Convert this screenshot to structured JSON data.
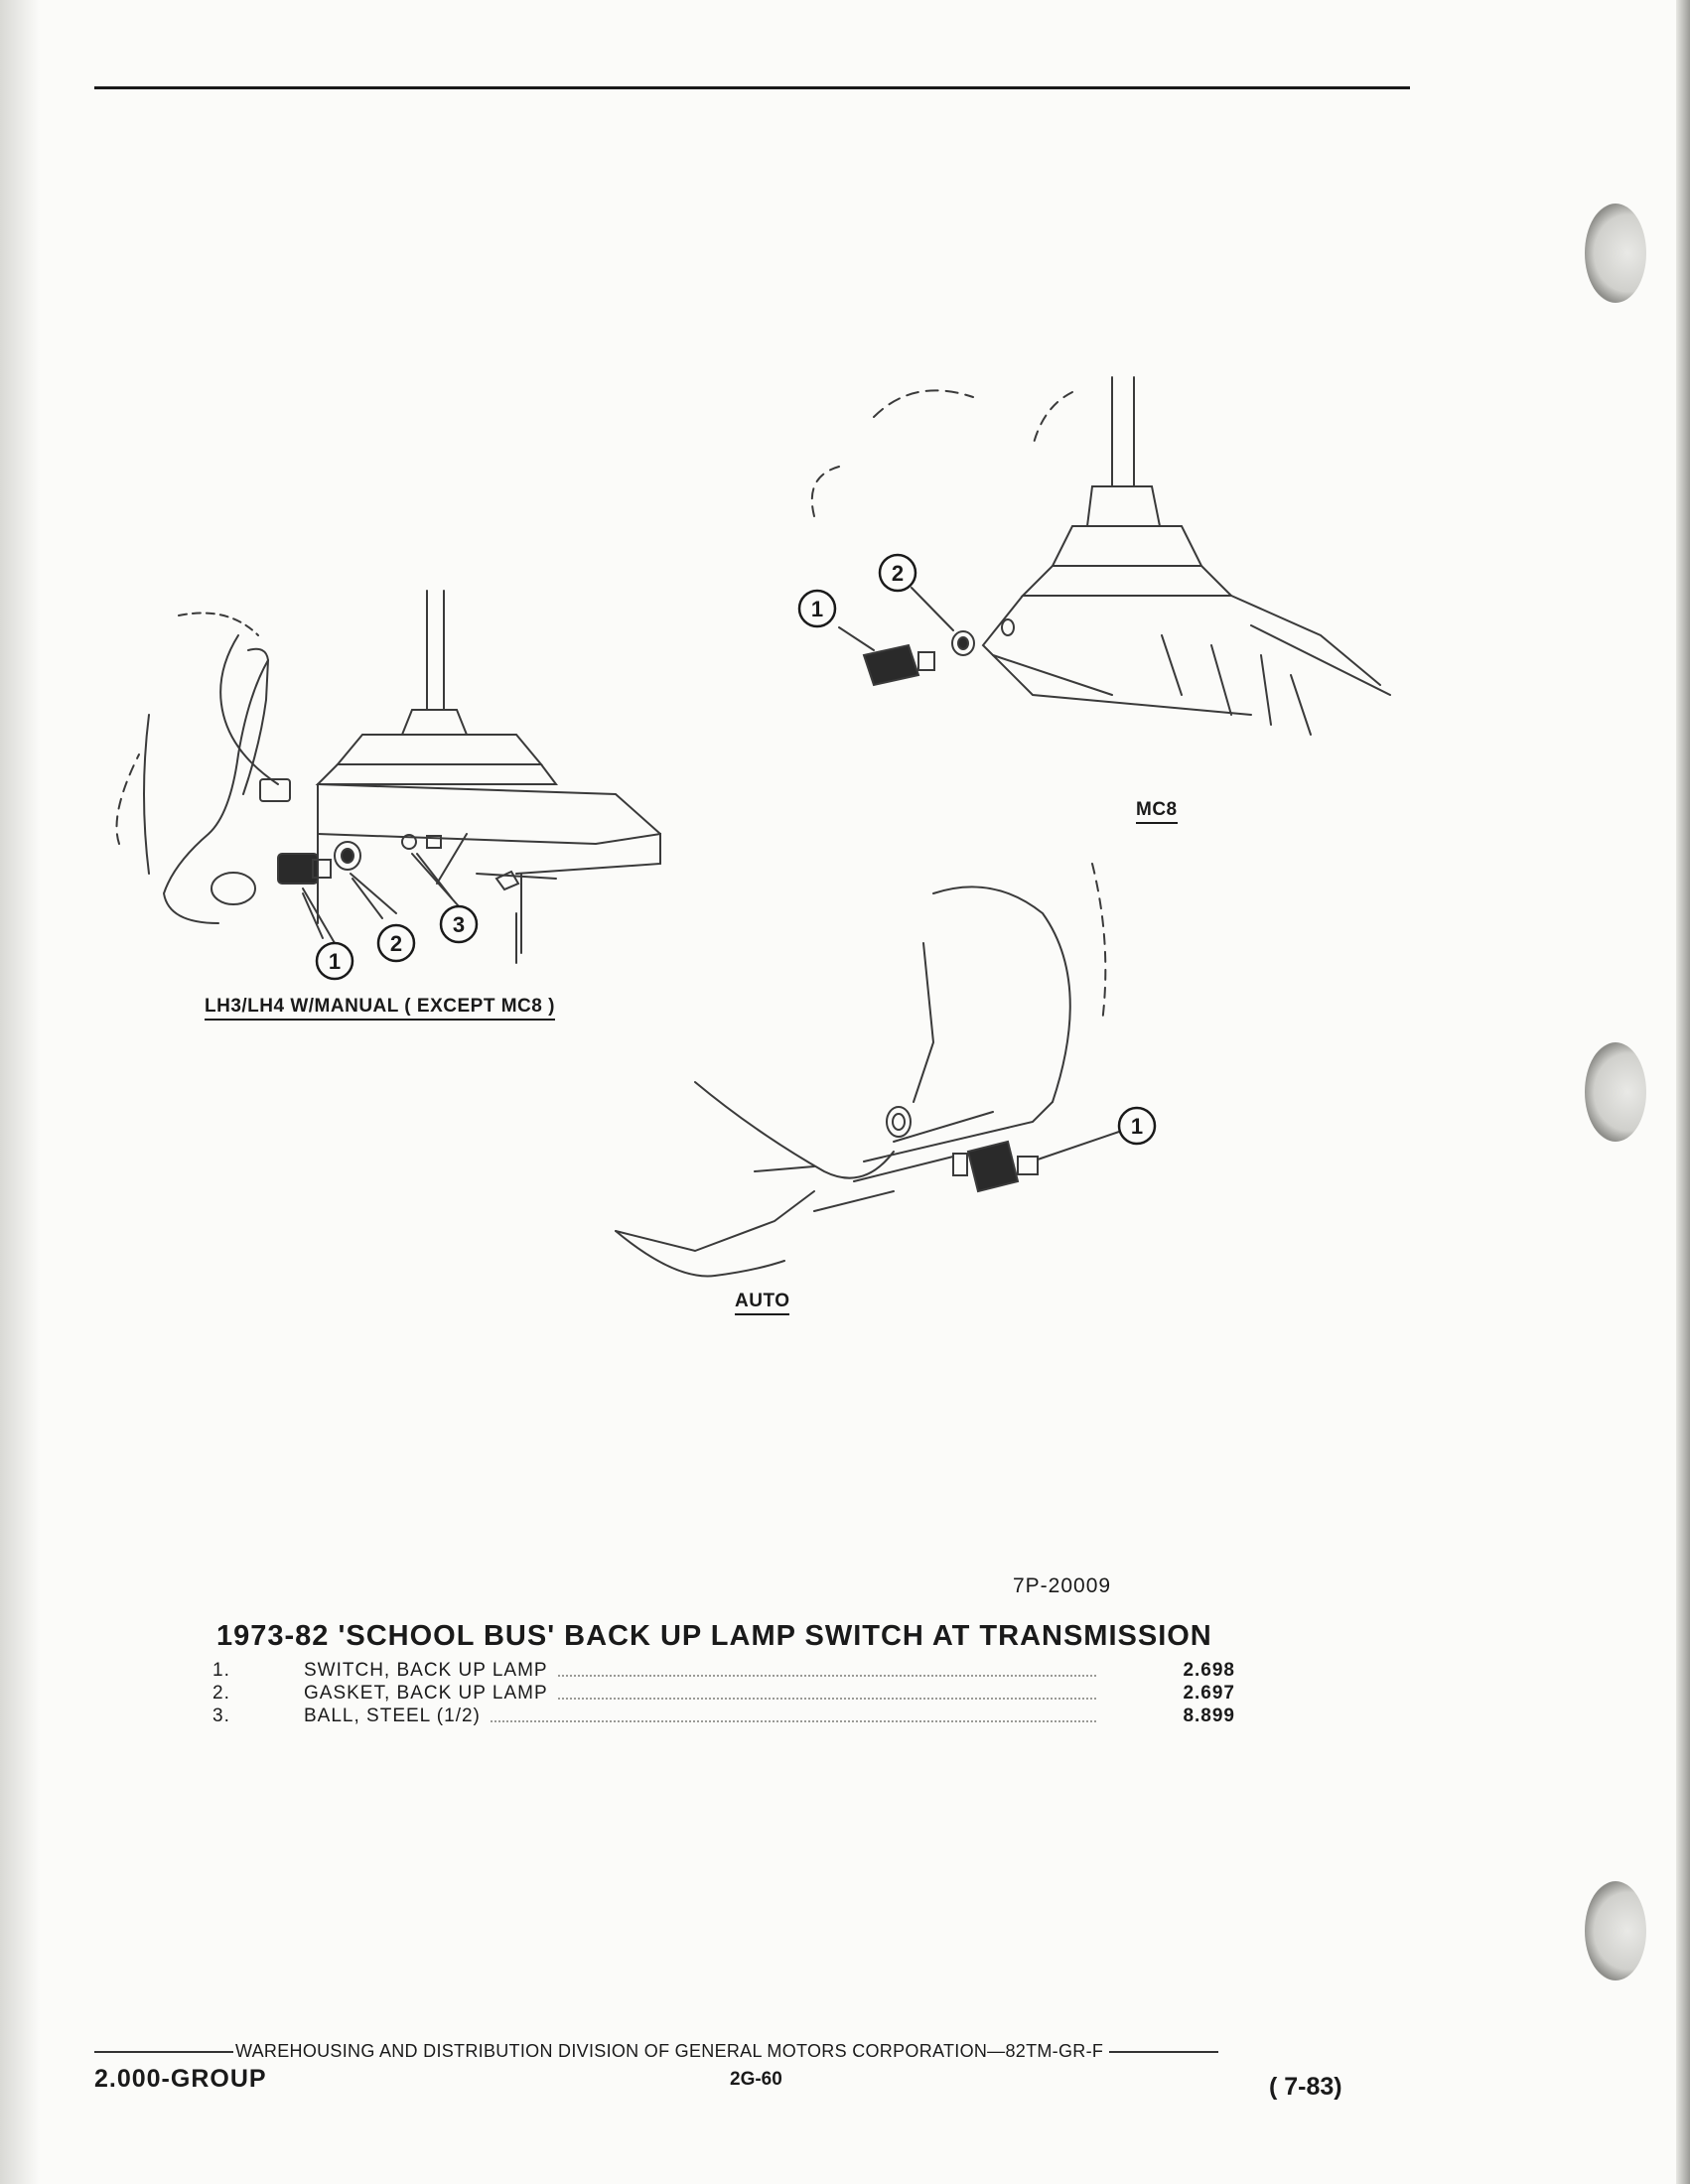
{
  "figures": {
    "manual_caption": "LH3/LH4 W/MANUAL ( EXCEPT MC8 )",
    "mc8_caption": "MC8",
    "auto_caption": "AUTO",
    "callouts": [
      "1",
      "2",
      "3"
    ],
    "figure_number": "7P-20009"
  },
  "section_title": "1973-82 'SCHOOL BUS' BACK UP LAMP SWITCH AT TRANSMISSION",
  "parts": [
    {
      "num": "1.",
      "desc": "SWITCH, BACK UP LAMP",
      "code": "2.698"
    },
    {
      "num": "2.",
      "desc": "GASKET, BACK UP LAMP",
      "code": "2.697"
    },
    {
      "num": "3.",
      "desc": "BALL, STEEL (1/2)",
      "code": "8.899"
    }
  ],
  "footer": {
    "line": "WAREHOUSING AND DISTRIBUTION DIVISION OF GENERAL MOTORS CORPORATION—82TM-GR-F",
    "group": "2.000-GROUP",
    "page": "2G-60",
    "date": "( 7-83)"
  }
}
